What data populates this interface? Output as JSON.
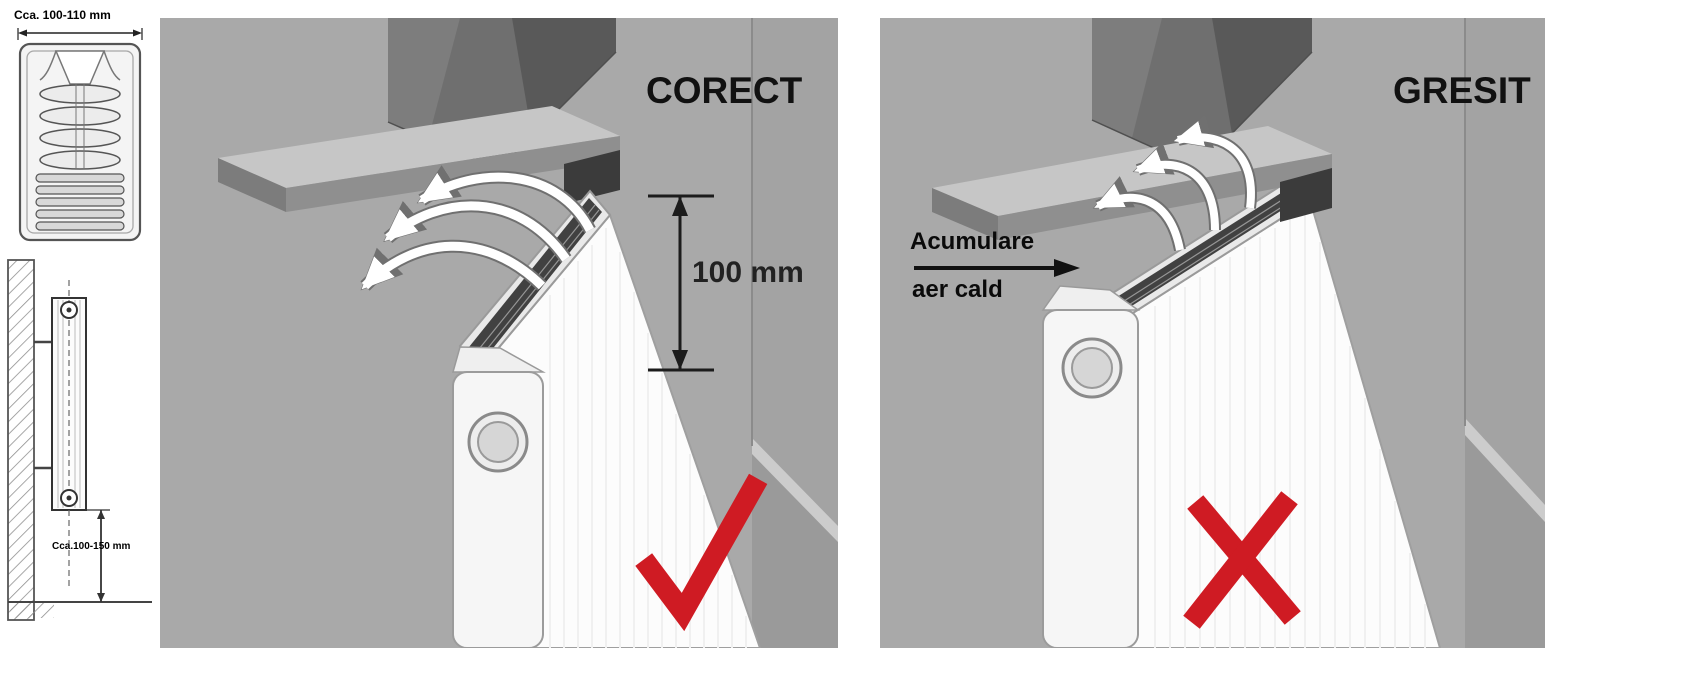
{
  "colors": {
    "wall_gray": "#a9a9a9",
    "recess_dark_gray": "#6f6f6f",
    "sill_gray": "#c6c6c6",
    "radiator_white": "#fcfcfc",
    "accent_red": "#cf1b23",
    "text_black": "#111111"
  },
  "sidebar": {
    "cross_section": {
      "dimension_label": "Cca. 100-110 mm"
    },
    "side_view": {
      "dimension_label": "Cca.100-150 mm"
    }
  },
  "correct_panel": {
    "title": "CORECT",
    "gap_dimension_label": "100 mm",
    "result_icon": "checkmark-icon"
  },
  "wrong_panel": {
    "title": "GRESIT",
    "annotation_line1": "Acumulare",
    "annotation_line2": "aer cald",
    "result_icon": "cross-icon"
  }
}
